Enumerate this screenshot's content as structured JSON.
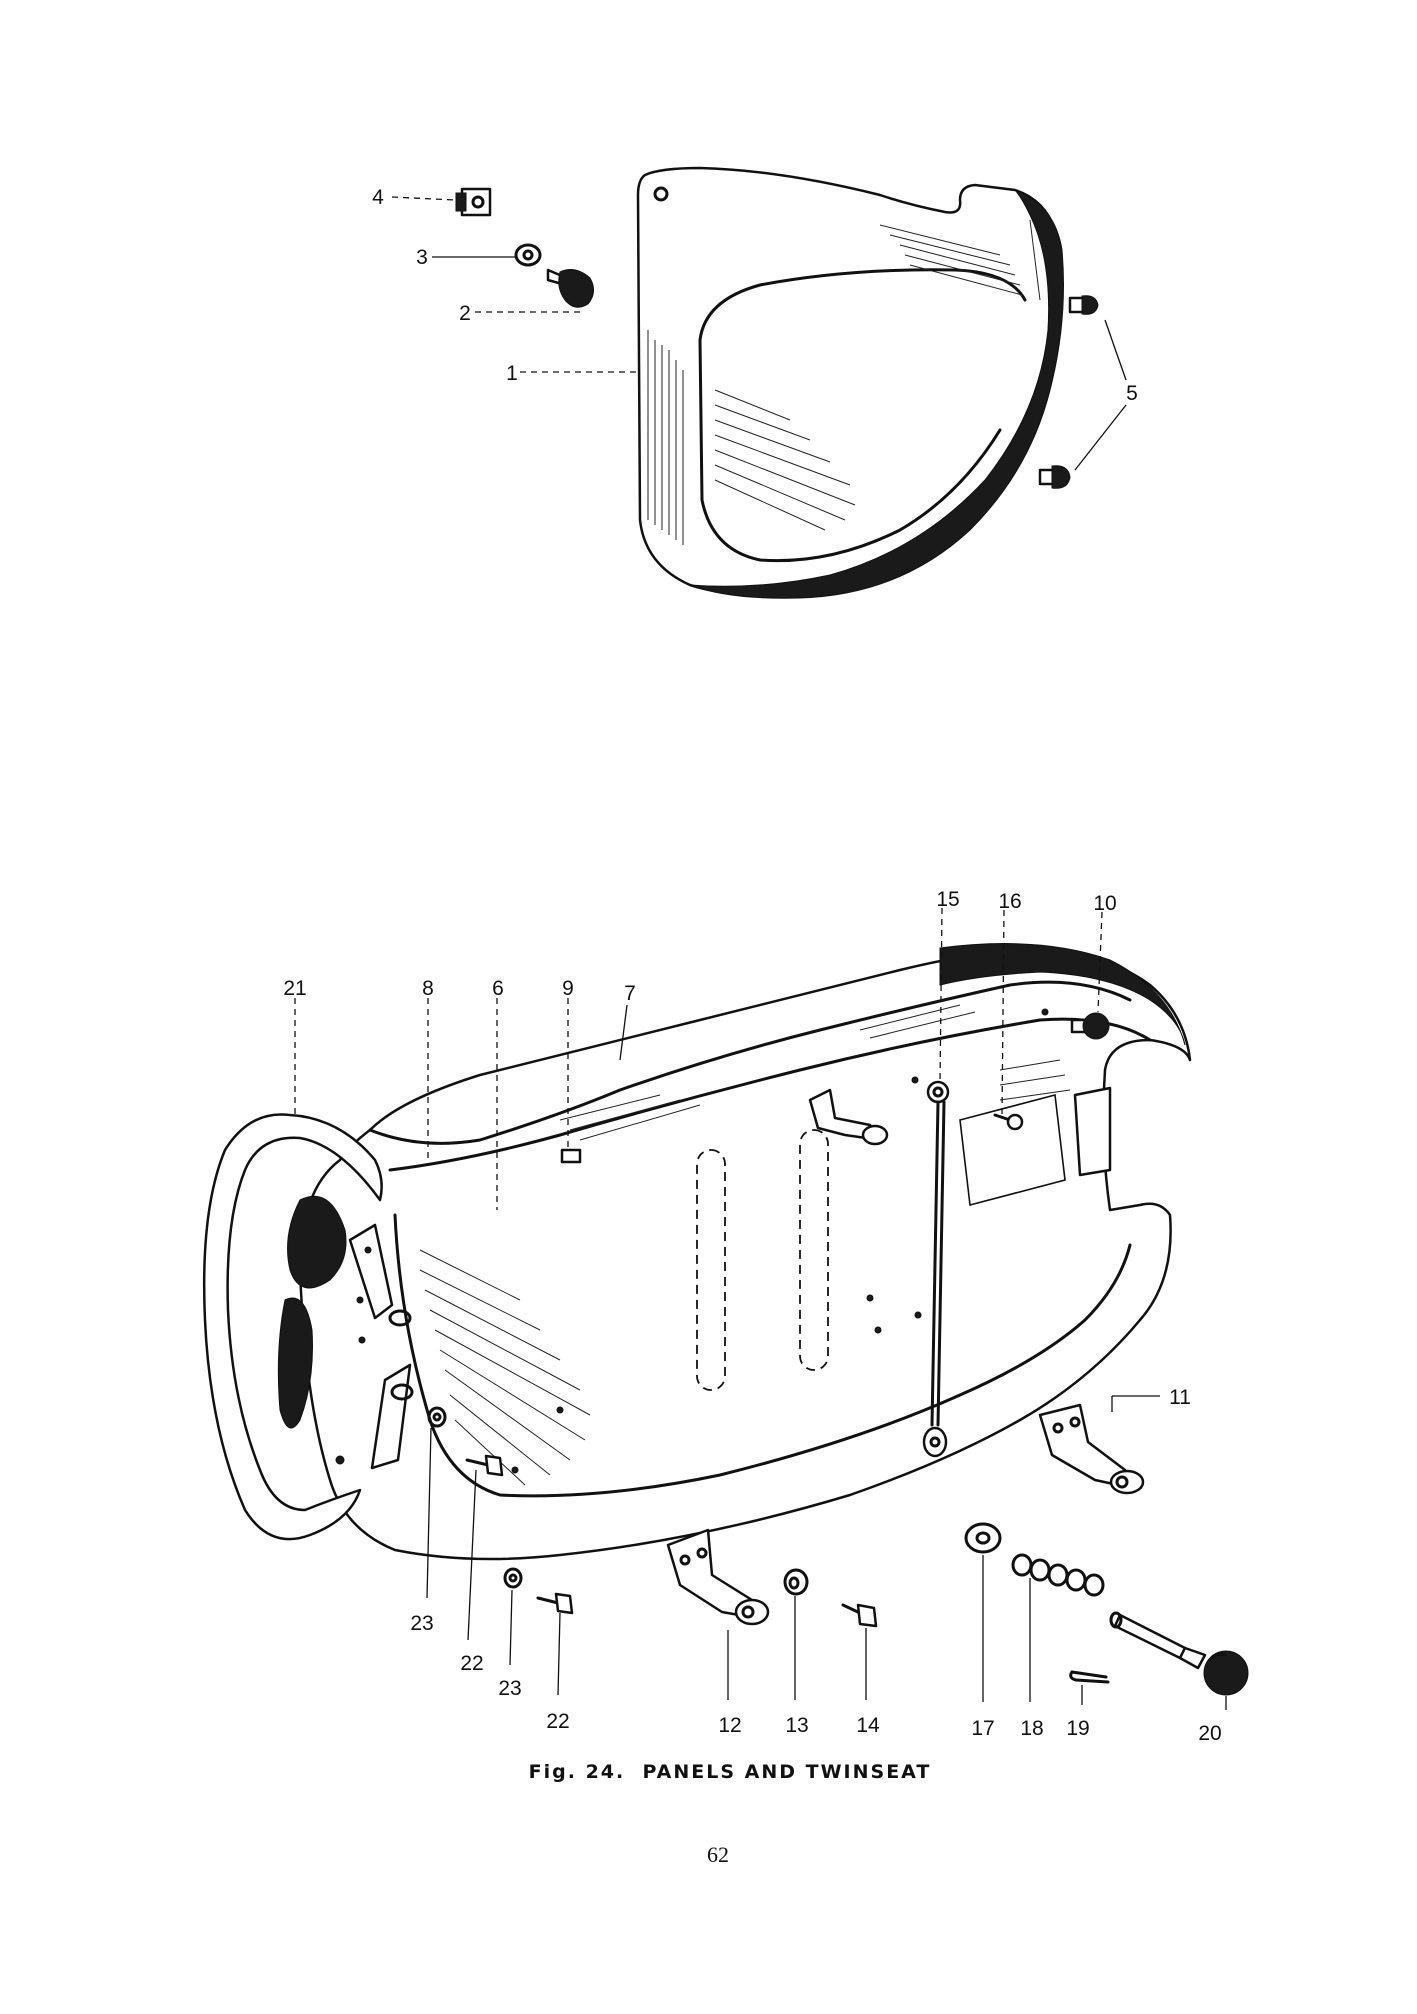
{
  "figure": {
    "caption": "Fig. 24.  PANELS AND TWINSEAT",
    "page_number": "62"
  },
  "callouts": [
    {
      "id": "c4",
      "text": "4"
    },
    {
      "id": "c3",
      "text": "3"
    },
    {
      "id": "c2",
      "text": "2"
    },
    {
      "id": "c1",
      "text": "1"
    },
    {
      "id": "c5",
      "text": "5"
    },
    {
      "id": "c15",
      "text": "15"
    },
    {
      "id": "c16",
      "text": "16"
    },
    {
      "id": "c10",
      "text": "10"
    },
    {
      "id": "c21",
      "text": "21"
    },
    {
      "id": "c8",
      "text": "8"
    },
    {
      "id": "c6",
      "text": "6"
    },
    {
      "id": "c9",
      "text": "9"
    },
    {
      "id": "c7",
      "text": "7"
    },
    {
      "id": "c11",
      "text": "11"
    },
    {
      "id": "c23a",
      "text": "23"
    },
    {
      "id": "c22a",
      "text": "22"
    },
    {
      "id": "c23b",
      "text": "23"
    },
    {
      "id": "c22b",
      "text": "22"
    },
    {
      "id": "c12",
      "text": "12"
    },
    {
      "id": "c13",
      "text": "13"
    },
    {
      "id": "c14",
      "text": "14"
    },
    {
      "id": "c17",
      "text": "17"
    },
    {
      "id": "c18",
      "text": "18"
    },
    {
      "id": "c19",
      "text": "19"
    },
    {
      "id": "c20",
      "text": "20"
    }
  ]
}
